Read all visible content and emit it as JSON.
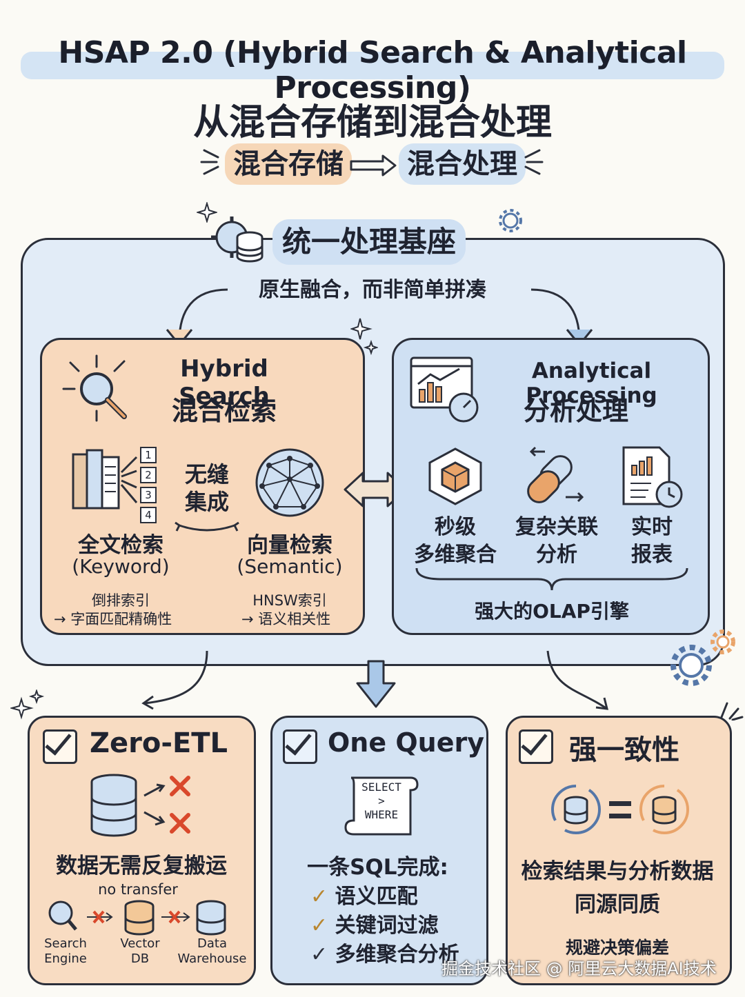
{
  "title": "HSAP 2.0 (Hybrid Search & Analytical Processing)",
  "subtitle": "从混合存储到混合处理",
  "flow": {
    "from": "混合存储",
    "to": "混合处理"
  },
  "base": {
    "title": "统一处理基座",
    "subtitle": "原生融合，而非简单拼凑"
  },
  "hybrid_search": {
    "title_en": "Hybrid Search",
    "title_zh": "混合检索",
    "seamless": [
      "无缝",
      "集成"
    ],
    "keyword": {
      "title": "全文检索",
      "en": "(Keyword)",
      "desc1": "倒排索引",
      "desc2": "→ 字面匹配精确性"
    },
    "semantic": {
      "title": "向量检索",
      "en": "(Semantic)",
      "desc1": "HNSW索引",
      "desc2": "→ 语义相关性"
    },
    "numbers": [
      "1",
      "2",
      "3",
      "4"
    ]
  },
  "analytical": {
    "title_en": "Analytical Processing",
    "title_zh": "分析处理",
    "features": [
      {
        "line1": "秒级",
        "line2": "多维聚合",
        "icon": "cube-icon"
      },
      {
        "line1": "复杂关联",
        "line2": "分析",
        "icon": "chain-link-icon"
      },
      {
        "line1": "实时",
        "line2": "报表",
        "icon": "report-clock-icon"
      }
    ],
    "engine": "强大的OLAP引擎"
  },
  "zero_etl": {
    "title": "Zero-ETL",
    "desc": "数据无需反复搬运",
    "note": "no transfer",
    "systems": [
      {
        "lines": [
          "Search",
          "Engine"
        ],
        "icon": "magnifier-icon"
      },
      {
        "lines": [
          "Vector",
          "DB"
        ],
        "icon": "database-icon"
      },
      {
        "lines": [
          "Data",
          "Warehouse"
        ],
        "icon": "database-icon"
      }
    ]
  },
  "one_query": {
    "title": "One Query",
    "scroll": [
      "SELECT",
      ">",
      "WHERE"
    ],
    "desc": "一条SQL完成:",
    "items": [
      "语义匹配",
      "关键词过滤",
      "多维聚合分析"
    ]
  },
  "consistency": {
    "title": "强一致性",
    "desc1": "检索结果与分析数据",
    "desc2": "同源同质",
    "note": "规避决策偏差"
  },
  "watermark": "掘金技术社区 @ 阿里云大数据AI技术",
  "colors": {
    "orange": "#f6d7b8",
    "blue": "#d3e3f3",
    "ink": "#2b2f3a",
    "red": "#d9482b"
  }
}
